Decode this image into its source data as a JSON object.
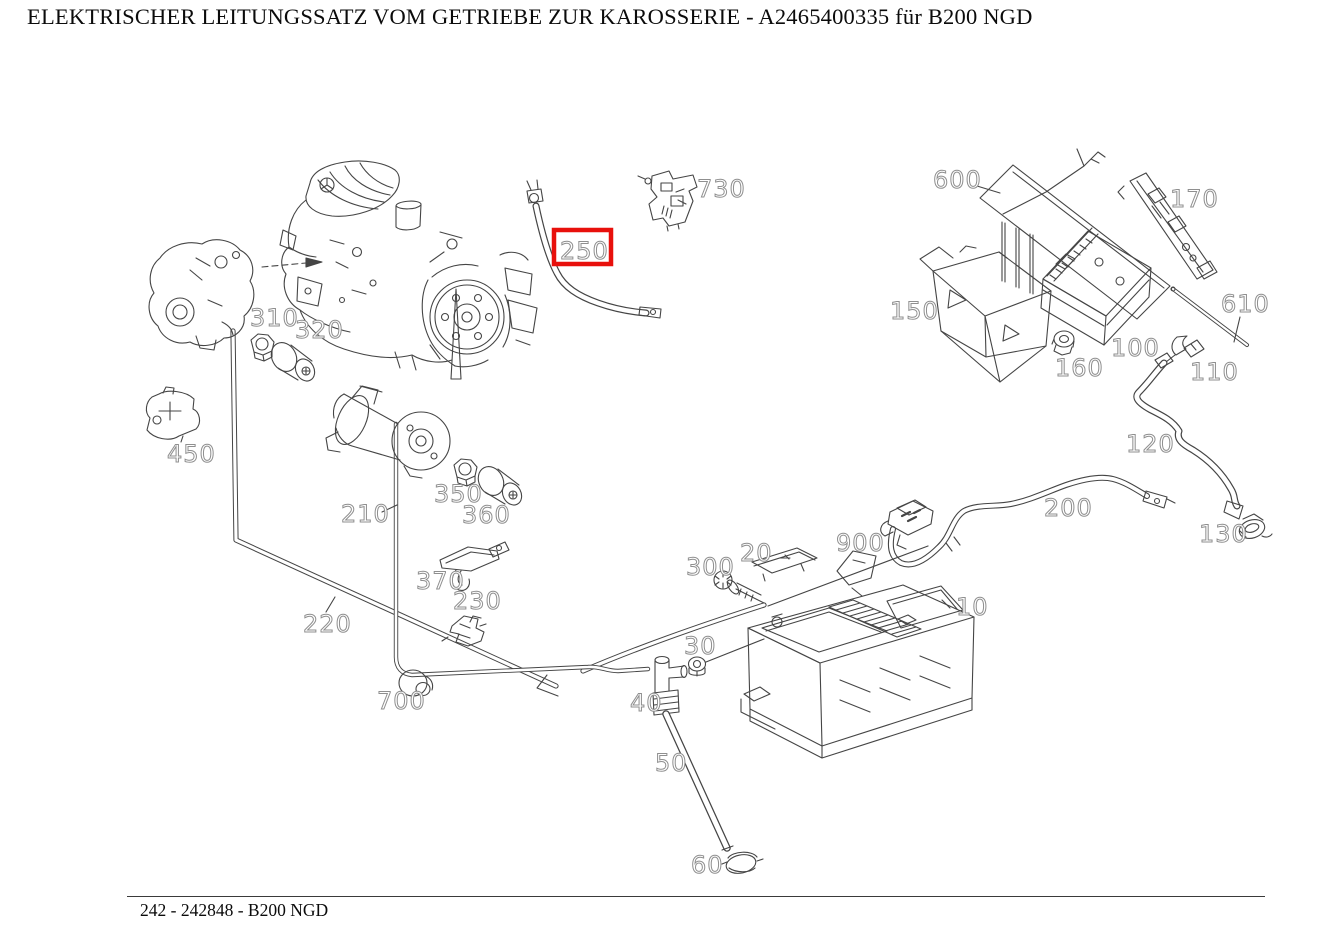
{
  "header": {
    "title": "ELEKTRISCHER LEITUNGSSATZ VOM GETRIEBE ZUR KAROSSERIE - A2465400335 für B200 NGD"
  },
  "footer": {
    "text": "242 - 242848 - B200 NGD"
  },
  "diagram": {
    "highlighted_part": "250",
    "highlight_color": "#e8100c",
    "line_color": "#454545",
    "label_outline_color": "#8f8f8f",
    "parts": [
      {
        "label": "10"
      },
      {
        "label": "20"
      },
      {
        "label": "30"
      },
      {
        "label": "40"
      },
      {
        "label": "50"
      },
      {
        "label": "60"
      },
      {
        "label": "100"
      },
      {
        "label": "110"
      },
      {
        "label": "120"
      },
      {
        "label": "130"
      },
      {
        "label": "150"
      },
      {
        "label": "160"
      },
      {
        "label": "170"
      },
      {
        "label": "200"
      },
      {
        "label": "210"
      },
      {
        "label": "220"
      },
      {
        "label": "230"
      },
      {
        "label": "250"
      },
      {
        "label": "300"
      },
      {
        "label": "310"
      },
      {
        "label": "320"
      },
      {
        "label": "350"
      },
      {
        "label": "360"
      },
      {
        "label": "370"
      },
      {
        "label": "450"
      },
      {
        "label": "600"
      },
      {
        "label": "610"
      },
      {
        "label": "700"
      },
      {
        "label": "730"
      },
      {
        "label": "900"
      }
    ]
  }
}
